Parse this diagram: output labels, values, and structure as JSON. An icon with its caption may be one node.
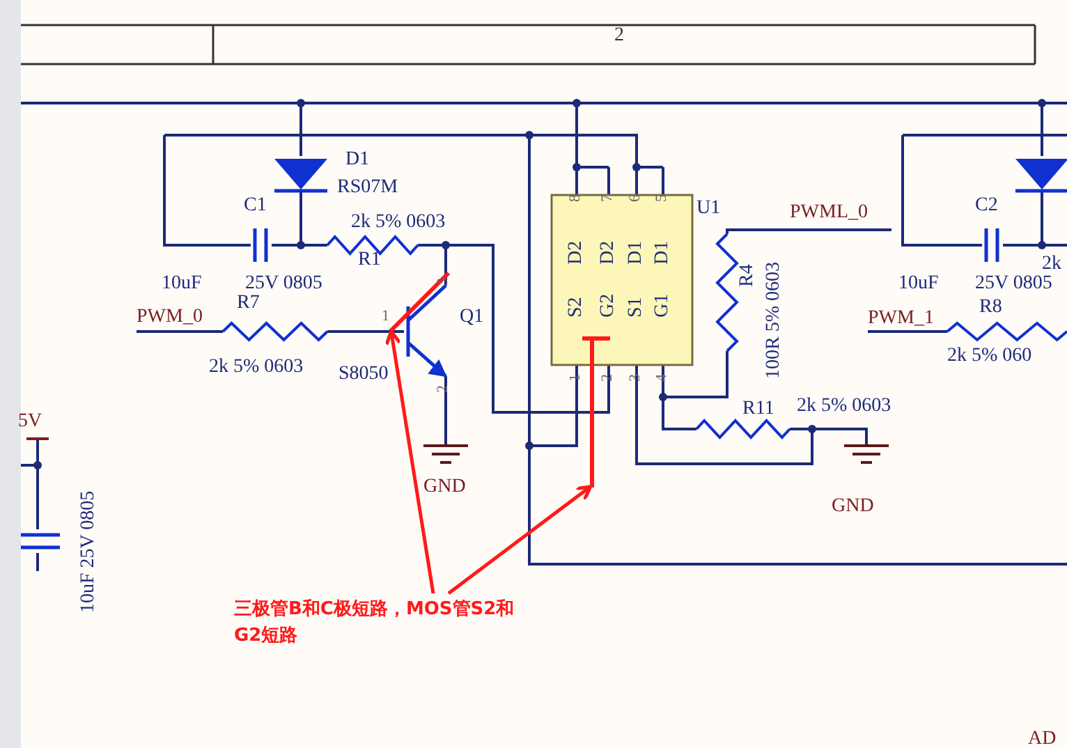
{
  "diagram": {
    "nodes": [
      {
        "text": [
          "三极管B和C极短路，MOS管S2和G2短路"
        ]
      },
      {
        "text": [],
        "shape": "bar"
      },
      {
        "text": [],
        "shape": "bar"
      }
    ],
    "edges": [
      {
        "from": 0,
        "to": 1,
        "arrow": "to"
      },
      {
        "from": 0,
        "to": 2,
        "arrow": "to"
      }
    ],
    "labels": [
      "2",
      "D1",
      "RS07M",
      "C1",
      "2k 5% 0603",
      "R1",
      "U1",
      "PWML_0",
      "C2",
      "2k",
      "10uF",
      "25V 0805",
      "10uF",
      "25V 0805",
      "R7",
      "R8",
      "PWM_0",
      "1",
      "Q1",
      "PWM_1",
      "2k 5% 0603",
      "S8050",
      "2k 5% 060",
      "R11",
      "2k 5% 0603",
      "GND",
      "GND",
      "5V",
      "10uF 25V 0805",
      "AD",
      "8",
      "7",
      "6",
      "5",
      "D2",
      "D2",
      "D1",
      "D1",
      "S2",
      "G2",
      "S1",
      "G1",
      "1",
      "2",
      "3",
      "4",
      "3",
      "2",
      "R4",
      "100R 5% 0603"
    ]
  }
}
